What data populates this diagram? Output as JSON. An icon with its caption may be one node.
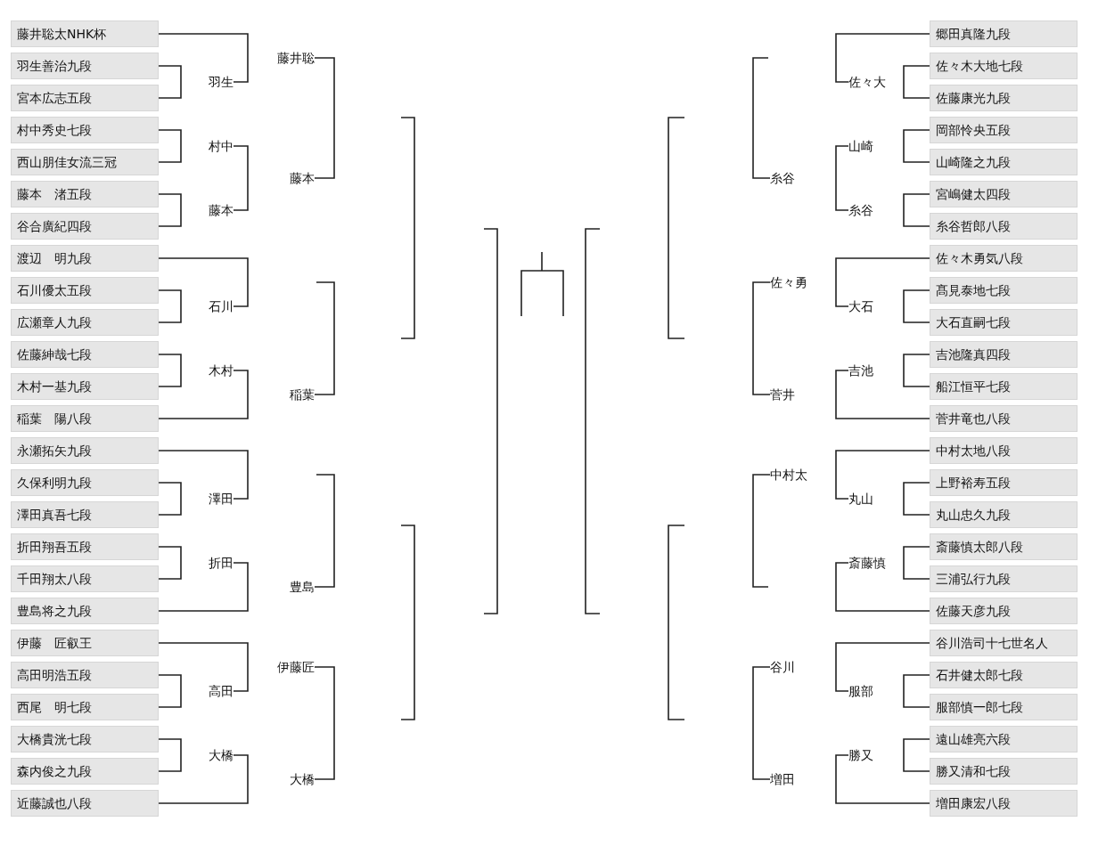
{
  "diagram": {
    "nodes": [
      {
        "text": [
          "藤井聡太NHK杯"
        ]
      },
      {
        "text": [
          "羽生善治九段"
        ]
      },
      {
        "text": [
          "宮本広志五段"
        ]
      },
      {
        "text": [
          "村中秀史七段"
        ]
      },
      {
        "text": [
          "西山朋佳女流三冠"
        ]
      },
      {
        "text": [
          "藤本　渚五段"
        ]
      },
      {
        "text": [
          "谷合廣紀四段"
        ]
      },
      {
        "text": [
          "渡辺　明九段"
        ]
      },
      {
        "text": [
          "石川優太五段"
        ]
      },
      {
        "text": [
          "広瀬章人九段"
        ]
      },
      {
        "text": [
          "佐藤紳哉七段"
        ]
      },
      {
        "text": [
          "木村一基九段"
        ]
      },
      {
        "text": [
          "稲葉　陽八段"
        ]
      },
      {
        "text": [
          "永瀬拓矢九段"
        ]
      },
      {
        "text": [
          "久保利明九段"
        ]
      },
      {
        "text": [
          "澤田真吾七段"
        ]
      },
      {
        "text": [
          "折田翔吾五段"
        ]
      },
      {
        "text": [
          "千田翔太八段"
        ]
      },
      {
        "text": [
          "豊島将之九段"
        ]
      },
      {
        "text": [
          "伊藤　匠叡王"
        ]
      },
      {
        "text": [
          "高田明浩五段"
        ]
      },
      {
        "text": [
          "西尾　明七段"
        ]
      },
      {
        "text": [
          "大橋貴洸七段"
        ]
      },
      {
        "text": [
          "森内俊之九段"
        ]
      },
      {
        "text": [
          "近藤誠也八段"
        ]
      },
      {
        "text": [
          "羽生"
        ]
      },
      {
        "text": [
          "村中"
        ]
      },
      {
        "text": [
          "藤本"
        ]
      },
      {
        "text": [
          "石川"
        ]
      },
      {
        "text": [
          "木村"
        ]
      },
      {
        "text": [
          "澤田"
        ]
      },
      {
        "text": [
          "折田"
        ]
      },
      {
        "text": [
          "高田"
        ]
      },
      {
        "text": [
          "大橋"
        ]
      },
      {
        "text": [
          "藤井聡"
        ]
      },
      {
        "text": [
          "藤本"
        ]
      },
      {
        "text": [
          "稲葉"
        ]
      },
      {
        "text": [
          "豊島"
        ]
      },
      {
        "text": [
          "伊藤匠"
        ]
      },
      {
        "text": [
          "大橋"
        ]
      },
      {
        "text": [
          "糸谷"
        ]
      },
      {
        "text": [
          "佐々勇"
        ]
      },
      {
        "text": [
          "菅井"
        ]
      },
      {
        "text": [
          "中村太"
        ]
      },
      {
        "text": [
          "谷川"
        ]
      },
      {
        "text": [
          "増田"
        ]
      },
      {
        "text": [
          "佐々大"
        ]
      },
      {
        "text": [
          "山崎"
        ]
      },
      {
        "text": [
          "糸谷"
        ]
      },
      {
        "text": [
          "大石"
        ]
      },
      {
        "text": [
          "吉池"
        ]
      },
      {
        "text": [
          "丸山"
        ]
      },
      {
        "text": [
          "斎藤慎"
        ]
      },
      {
        "text": [
          "服部"
        ]
      },
      {
        "text": [
          "勝又"
        ]
      },
      {
        "text": [
          "郷田真隆九段"
        ]
      },
      {
        "text": [
          "佐々木大地七段"
        ]
      },
      {
        "text": [
          "佐藤康光九段"
        ]
      },
      {
        "text": [
          "岡部怜央五段"
        ]
      },
      {
        "text": [
          "山崎隆之九段"
        ]
      },
      {
        "text": [
          "宮嶋健太四段"
        ]
      },
      {
        "text": [
          "糸谷哲郎八段"
        ]
      },
      {
        "text": [
          "佐々木勇気八段"
        ]
      },
      {
        "text": [
          "髙見泰地七段"
        ]
      },
      {
        "text": [
          "大石直嗣七段"
        ]
      },
      {
        "text": [
          "吉池隆真四段"
        ]
      },
      {
        "text": [
          "船江恒平七段"
        ]
      },
      {
        "text": [
          "菅井竜也八段"
        ]
      },
      {
        "text": [
          "中村太地八段"
        ]
      },
      {
        "text": [
          "上野裕寿五段"
        ]
      },
      {
        "text": [
          "丸山忠久九段"
        ]
      },
      {
        "text": [
          "斎藤慎太郎八段"
        ]
      },
      {
        "text": [
          "三浦弘行九段"
        ]
      },
      {
        "text": [
          "佐藤天彦九段"
        ]
      },
      {
        "text": [
          "谷川浩司十七世名人"
        ]
      },
      {
        "text": [
          "石井健太郎七段"
        ]
      },
      {
        "text": [
          "服部慎一郎七段"
        ]
      },
      {
        "text": [
          "遠山雄亮六段"
        ]
      },
      {
        "text": [
          "勝又清和七段"
        ]
      },
      {
        "text": [
          "増田康宏八段"
        ]
      }
    ],
    "edges": [
      {
        "from": 1,
        "to": 2,
        "arrow": "none"
      },
      {
        "from": 3,
        "to": 4,
        "arrow": "none"
      },
      {
        "from": 5,
        "to": 6,
        "arrow": "none"
      },
      {
        "from": 8,
        "to": 9,
        "arrow": "none"
      },
      {
        "from": 10,
        "to": 11,
        "arrow": "none"
      },
      {
        "from": 14,
        "to": 15,
        "arrow": "none"
      },
      {
        "from": 16,
        "to": 17,
        "arrow": "none"
      },
      {
        "from": 20,
        "to": 21,
        "arrow": "none"
      },
      {
        "from": 22,
        "to": 23,
        "arrow": "none"
      },
      {
        "from": 0,
        "to": 25,
        "arrow": "none"
      },
      {
        "from": 26,
        "to": 27,
        "arrow": "none"
      },
      {
        "from": 7,
        "to": 28,
        "arrow": "none"
      },
      {
        "from": 29,
        "to": 12,
        "arrow": "none"
      },
      {
        "from": 13,
        "to": 30,
        "arrow": "none"
      },
      {
        "from": 31,
        "to": 18,
        "arrow": "none"
      },
      {
        "from": 19,
        "to": 32,
        "arrow": "none"
      },
      {
        "from": 33,
        "to": 24,
        "arrow": "none"
      },
      {
        "from": 34,
        "to": 35,
        "arrow": "none"
      },
      {
        "from": null,
        "to": 36,
        "arrow": "none"
      },
      {
        "from": null,
        "to": 37,
        "arrow": "none"
      },
      {
        "from": 38,
        "to": 39,
        "arrow": "none"
      },
      {
        "from": null,
        "to": 40,
        "arrow": "none"
      },
      {
        "from": 41,
        "to": 42,
        "arrow": "none"
      },
      {
        "from": 43,
        "to": null,
        "arrow": "none"
      },
      {
        "from": 44,
        "to": 45,
        "arrow": "none"
      },
      {
        "from": 55,
        "to": 46,
        "arrow": "none"
      },
      {
        "from": 47,
        "to": 48,
        "arrow": "none"
      },
      {
        "from": 62,
        "to": 49,
        "arrow": "none"
      },
      {
        "from": 50,
        "to": 67,
        "arrow": "none"
      },
      {
        "from": 68,
        "to": 51,
        "arrow": "none"
      },
      {
        "from": 52,
        "to": 73,
        "arrow": "none"
      },
      {
        "from": 74,
        "to": 53,
        "arrow": "none"
      },
      {
        "from": 54,
        "to": 79,
        "arrow": "none"
      },
      {
        "from": 56,
        "to": 57,
        "arrow": "none"
      },
      {
        "from": 58,
        "to": 59,
        "arrow": "none"
      },
      {
        "from": 60,
        "to": 61,
        "arrow": "none"
      },
      {
        "from": 63,
        "to": 64,
        "arrow": "none"
      },
      {
        "from": 65,
        "to": 66,
        "arrow": "none"
      },
      {
        "from": 69,
        "to": 70,
        "arrow": "none"
      },
      {
        "from": 71,
        "to": 72,
        "arrow": "none"
      },
      {
        "from": 75,
        "to": 76,
        "arrow": "none"
      },
      {
        "from": 77,
        "to": 78,
        "arrow": "none"
      }
    ]
  }
}
